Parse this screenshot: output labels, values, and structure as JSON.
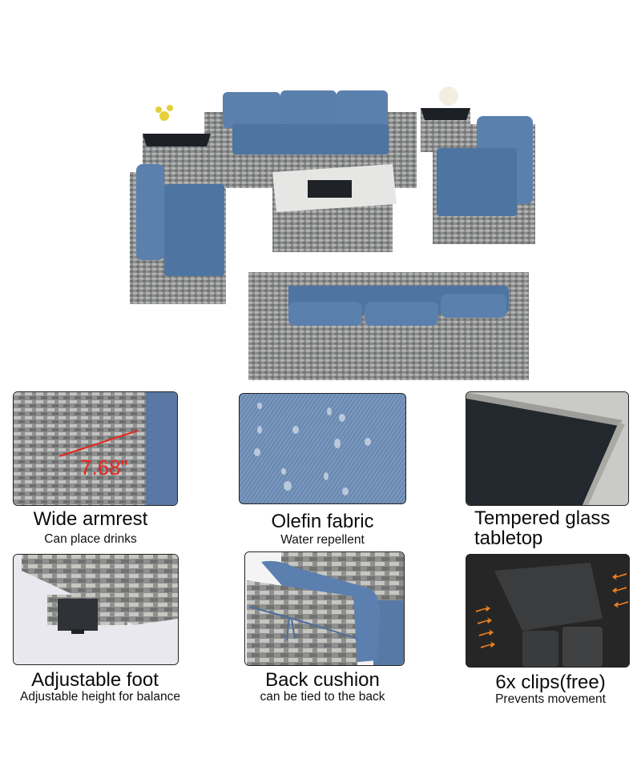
{
  "hero": {
    "subject": "modular wicker patio sectional set with blue cushions, fire pit table and glass-top side tables",
    "colors": {
      "cushion": "#4f77a6",
      "wicker": "#8d8f8f",
      "glass": "#1d2024"
    }
  },
  "features": [
    {
      "id": "armrest",
      "title": "Wide armrest",
      "subtitle": "Can place drinks",
      "measurement": "7.68\"",
      "icon": "armrest-measure-image"
    },
    {
      "id": "fabric",
      "title": "Olefin fabric",
      "subtitle": "Water repellent",
      "icon": "water-droplets-fabric-image"
    },
    {
      "id": "glass",
      "title": "Tempered glass",
      "title_line2": "tabletop",
      "subtitle": "",
      "icon": "glass-tabletop-image"
    },
    {
      "id": "foot",
      "title": "Adjustable foot",
      "subtitle": "Adjustable height for balance",
      "icon": "adjustable-foot-image"
    },
    {
      "id": "cushion",
      "title": "Back cushion",
      "subtitle": "can be tied to the back",
      "icon": "tied-cushion-image"
    },
    {
      "id": "clips",
      "title": "6x clips(free)",
      "subtitle": "Prevents movement",
      "icon": "connector-clip-image"
    }
  ],
  "accent": {
    "measure_red": "#e8261c",
    "arrow_orange": "#f07f1c"
  }
}
